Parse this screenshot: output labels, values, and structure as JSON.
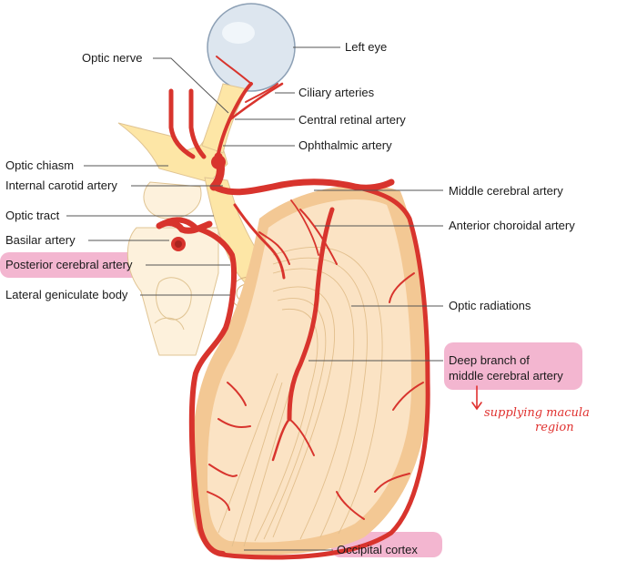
{
  "labels": {
    "left_eye": "Left eye",
    "optic_nerve": "Optic nerve",
    "ciliary_arteries": "Ciliary arteries",
    "central_retinal_artery": "Central retinal artery",
    "ophthalmic_artery": "Ophthalmic artery",
    "optic_chiasm": "Optic chiasm",
    "internal_carotid_artery": "Internal carotid artery",
    "middle_cerebral_artery": "Middle cerebral artery",
    "optic_tract": "Optic tract",
    "anterior_choroidal_artery": "Anterior choroidal artery",
    "basilar_artery": "Basilar artery",
    "posterior_cerebral_artery": "Posterior cerebral artery",
    "lateral_geniculate_body": "Lateral geniculate body",
    "optic_radiations": "Optic radiations",
    "deep_branch_line1": "Deep branch of",
    "deep_branch_line2": "middle cerebral artery",
    "occipital_cortex": "Occipital cortex"
  },
  "annotation": {
    "line1": "supplying macula",
    "line2": "region"
  },
  "colors": {
    "artery": "#d8342d",
    "brain_fill": "#fbe3c4",
    "cortex_edge": "#f3c894",
    "fiber": "#e2bf8d",
    "nerve": "#fde6a6",
    "eye": "#dde6ef",
    "highlight": "#f1a9c8",
    "annotation": "#e0312f",
    "leader": "#555555"
  }
}
